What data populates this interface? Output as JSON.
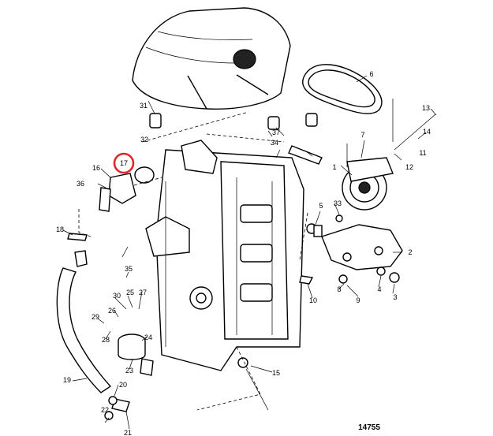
{
  "figure_id": "14755",
  "highlight": {
    "label": "17",
    "color": "#e32626"
  },
  "callouts": [
    "1",
    "2",
    "3",
    "4",
    "5",
    "6",
    "7",
    "8",
    "9",
    "10",
    "11",
    "12",
    "13",
    "14",
    "15",
    "16",
    "18",
    "19",
    "20",
    "21",
    "22",
    "23",
    "24",
    "25",
    "26",
    "27",
    "28",
    "29",
    "30",
    "31",
    "32",
    "33",
    "34",
    "35",
    "36",
    "37"
  ],
  "icons": [
    "engine-block",
    "flywheel-cover",
    "drive-belt",
    "alternator",
    "thermostat-housing",
    "hose",
    "oil-filter"
  ]
}
